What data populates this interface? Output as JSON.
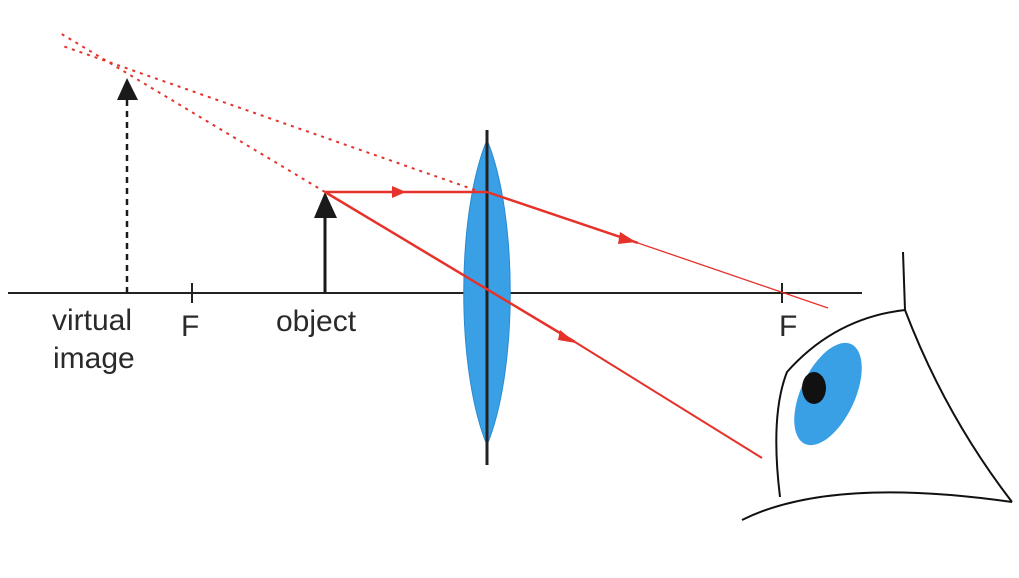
{
  "labels": {
    "virtual_image_line1": "virtual",
    "virtual_image_line2": "image",
    "focal_left": "F",
    "object": "object",
    "focal_right": "F"
  },
  "colors": {
    "ray": "#e5322b",
    "lens": "#3aa0e6",
    "eye_iris": "#3aa0e6",
    "pupil": "#111111",
    "axis": "#222222",
    "arrow": "#1a1a1a"
  }
}
